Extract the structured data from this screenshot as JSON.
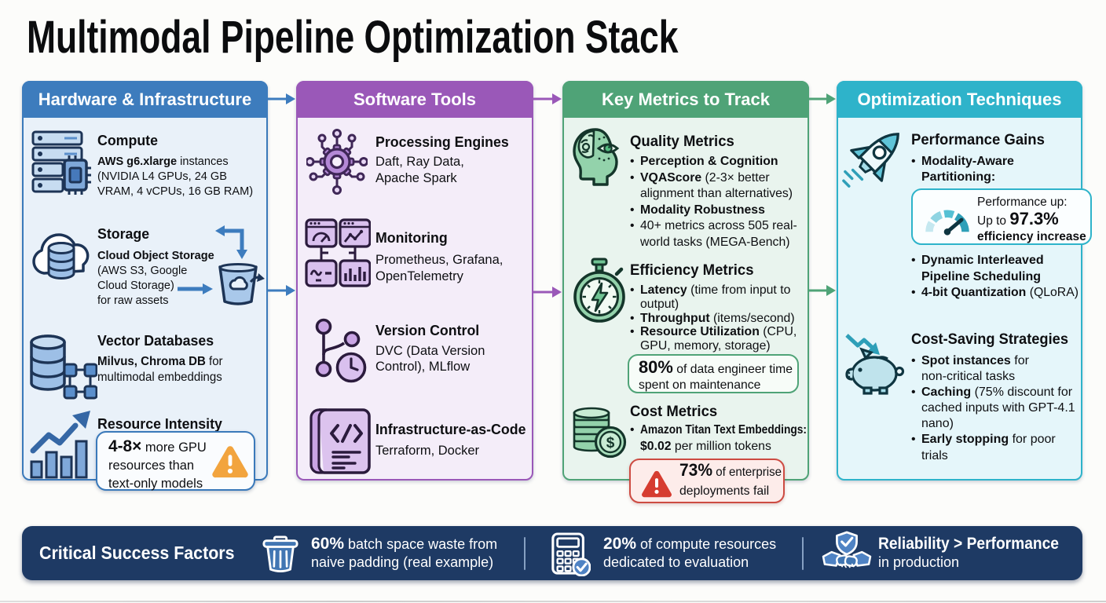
{
  "title": "Multimodal Pipeline Optimization Stack",
  "palette": {
    "blue": "#3d7cbd",
    "blue-body": "#e9f1f9",
    "purple": "#9a58b8",
    "purple-body": "#f4edf9",
    "green": "#4fa377",
    "green-body": "#e9f4ee",
    "teal": "#2eb3ca",
    "teal-body": "#e5f6fa",
    "navy": "#1e3a64",
    "orange": "#f2a43e",
    "red": "#d63c30"
  },
  "columns": {
    "hardware": {
      "header": "Hardware & Infrastructure",
      "compute": {
        "icon": "server-chip-icon",
        "heading": "Compute",
        "lines": [
          [
            {
              "t": "AWS g6.xlarge",
              "b": true
            },
            {
              "t": " instances"
            }
          ],
          [
            "(NVIDIA L4 GPUs, 24 GB"
          ],
          [
            "VRAM, 4 vCPUs, 16 GB RAM)"
          ]
        ]
      },
      "storage": {
        "icon": "cloud-database-icon",
        "heading": "Storage",
        "lines": [
          [
            {
              "t": "Cloud Object Storage",
              "b": true
            }
          ],
          [
            "(AWS S3, Google"
          ],
          [
            "Cloud Storage)"
          ],
          [
            "for raw assets"
          ]
        ],
        "side_icons": [
          "sync-elbow-arrow-icon",
          "bucket-icon",
          "right-arrow-icon",
          "out-arrow-icon"
        ]
      },
      "vector": {
        "icon": "vector-database-icon",
        "heading": "Vector Databases",
        "lines": [
          [
            {
              "t": "Milvus, Chroma DB",
              "b": true
            },
            {
              "t": " for"
            }
          ],
          [
            "multimodal embeddings"
          ]
        ]
      },
      "resource": {
        "icon": "growth-chart-icon",
        "heading": "Resource Intensity",
        "callout": {
          "icon": "warning-triangle-icon",
          "lines": [
            [
              {
                "t": "4-8×",
                "b": true,
                "big": true
              },
              {
                "t": " more GPU"
              }
            ],
            [
              "resources than"
            ],
            [
              "text-only models"
            ]
          ]
        }
      }
    },
    "software": {
      "header": "Software Tools",
      "processing": {
        "icon": "gear-network-icon",
        "heading": "Processing Engines",
        "lines": [
          [
            "Daft, Ray Data,"
          ],
          [
            "Apache Spark"
          ]
        ]
      },
      "monitoring": {
        "icon": "dashboard-panels-icon",
        "heading": "Monitoring",
        "lines": [
          [
            "Prometheus, Grafana,"
          ],
          [
            "OpenTelemetry"
          ]
        ]
      },
      "version": {
        "icon": "git-branch-clock-icon",
        "heading": "Version Control",
        "lines": [
          [
            "DVC (Data Version"
          ],
          [
            "Control), MLflow"
          ]
        ]
      },
      "iac": {
        "icon": "scroll-code-icon",
        "heading": "Infrastructure-as-Code",
        "lines": [
          [
            "Terraform, Docker"
          ]
        ]
      }
    },
    "metrics": {
      "header": "Key Metrics to Track",
      "quality": {
        "icon": "head-eye-icon",
        "heading": "Quality Metrics",
        "bullets": [
          [
            [
              {
                "t": "Perception & Cognition",
                "b": true
              }
            ]
          ],
          [
            [
              {
                "t": "VQAScore",
                "b": true
              },
              {
                "t": " (2-3× better"
              }
            ],
            [
              "alignment than alternatives)"
            ]
          ],
          [
            [
              {
                "t": "Modality Robustness",
                "b": true
              }
            ]
          ],
          [
            [
              "40+ metrics across 505 real-"
            ],
            [
              "world tasks (MEGA-Bench)"
            ]
          ]
        ]
      },
      "efficiency": {
        "icon": "stopwatch-bolt-icon",
        "heading": "Efficiency Metrics",
        "bullets": [
          [
            [
              {
                "t": "Latency",
                "b": true
              },
              {
                "t": " (time from input to"
              }
            ],
            [
              "output)"
            ]
          ],
          [
            [
              {
                "t": "Throughput",
                "b": true
              },
              {
                "t": " (items/second)"
              }
            ]
          ],
          [
            [
              {
                "t": "Resource Utilization",
                "b": true
              },
              {
                "t": " (CPU,"
              }
            ],
            [
              "GPU, memory, storage)"
            ]
          ]
        ],
        "callout": {
          "lines": [
            [
              {
                "t": "80%",
                "b": true,
                "big": true
              },
              {
                "t": " of data engineer time"
              }
            ],
            [
              "spent on maintenance"
            ]
          ]
        }
      },
      "cost": {
        "icon": "coins-icon",
        "heading": "Cost Metrics",
        "bullets": [
          [
            [
              {
                "t": "Amazon Titan Text Embeddings:",
                "b": true
              }
            ],
            [
              {
                "t": "$0.02",
                "b": true
              },
              {
                "t": " per million tokens"
              }
            ]
          ]
        ],
        "alert": {
          "icon": "alert-triangle-icon",
          "lines": [
            [
              {
                "t": "73%",
                "b": true,
                "big": true
              },
              {
                "t": " of enterprise"
              }
            ],
            [
              "deployments fail"
            ]
          ]
        }
      }
    },
    "optimization": {
      "header": "Optimization Techniques",
      "performance": {
        "icon": "rocket-icon",
        "heading": "Performance Gains",
        "bullets_before": [
          [
            [
              {
                "t": "Modality-Aware",
                "b": true
              }
            ],
            [
              {
                "t": "Partitioning:",
                "b": true
              }
            ]
          ]
        ],
        "callout": {
          "icon": "gauge-icon",
          "lines": [
            [
              "Performance up:"
            ],
            [
              {
                "t": "Up to "
              },
              {
                "t": "97.3%",
                "b": true,
                "big": true
              }
            ],
            [
              {
                "t": "efficiency increase",
                "b": true
              }
            ]
          ]
        },
        "bullets_after": [
          [
            [
              {
                "t": "Dynamic Interleaved",
                "b": true
              }
            ],
            [
              {
                "t": "Pipeline Scheduling",
                "b": true
              }
            ]
          ],
          [
            [
              {
                "t": "4-bit Quantization",
                "b": true
              },
              {
                "t": " (QLoRA)"
              }
            ]
          ]
        ]
      },
      "cost_saving": {
        "icon": "piggy-bank-icon",
        "heading": "Cost-Saving Strategies",
        "bullets": [
          [
            [
              {
                "t": "Spot instances",
                "b": true
              },
              {
                "t": " for"
              }
            ],
            [
              "non-critical tasks"
            ]
          ],
          [
            [
              {
                "t": "Caching",
                "b": true
              },
              {
                "t": " (75% discount for"
              }
            ],
            [
              "cached inputs with GPT-4.1"
            ],
            [
              "nano)"
            ]
          ],
          [
            [
              {
                "t": "Early stopping",
                "b": true
              },
              {
                "t": " for poor"
              }
            ],
            [
              "trials"
            ]
          ]
        ]
      }
    }
  },
  "footer": {
    "title": "Critical Success Factors",
    "items": [
      {
        "icon": "trash-icon",
        "lines": [
          [
            {
              "t": "60%",
              "b": true,
              "big": true
            },
            {
              "t": " batch space waste from"
            }
          ],
          [
            "naive padding (real example)"
          ]
        ]
      },
      {
        "icon": "calculator-check-icon",
        "lines": [
          [
            {
              "t": "20%",
              "b": true,
              "big": true
            },
            {
              "t": " of compute resources"
            }
          ],
          [
            "dedicated to evaluation"
          ]
        ]
      },
      {
        "icon": "handshake-shield-icon",
        "lines": [
          [
            {
              "t": "Reliability > Performance",
              "b": true,
              "big": true
            }
          ],
          [
            "in production"
          ]
        ]
      }
    ]
  }
}
